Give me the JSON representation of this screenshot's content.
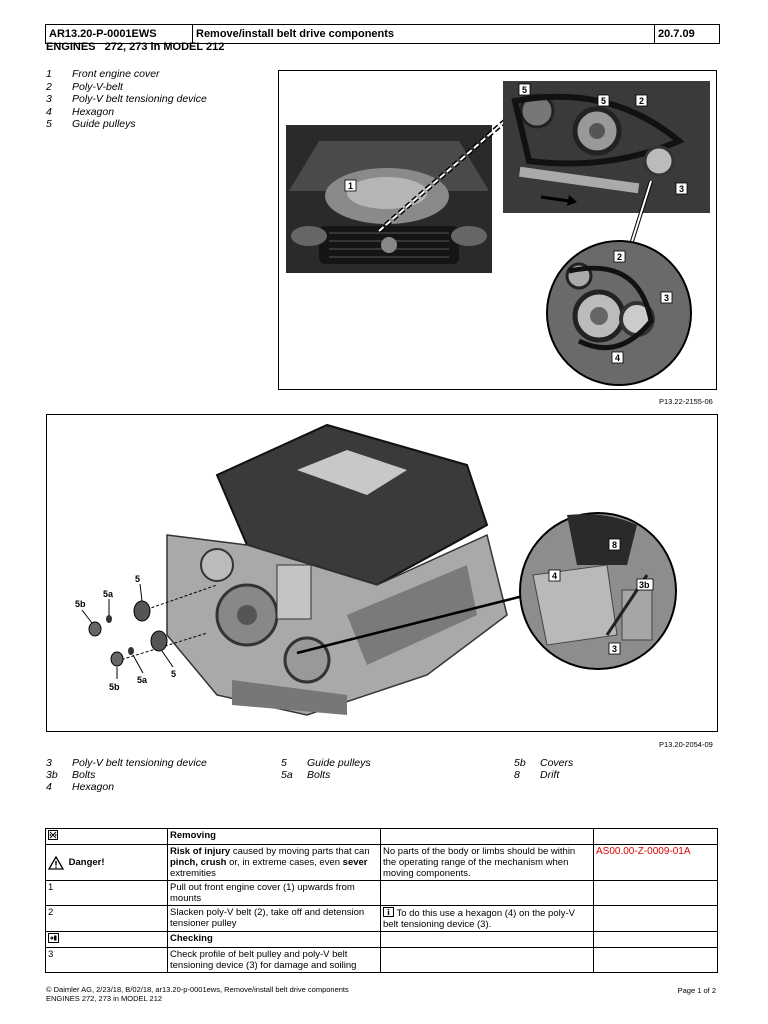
{
  "header": {
    "doc_id": "AR13.20-P-0001EWS",
    "title": "Remove/install belt drive components",
    "date": "20.7.09",
    "subtitle": "ENGINES   272, 273 in MODEL 212"
  },
  "legend_top": [
    {
      "num": "1",
      "label": "Front engine cover"
    },
    {
      "num": "2",
      "label": "Poly-V-belt"
    },
    {
      "num": "3",
      "label": "Poly-V belt tensioning device"
    },
    {
      "num": "4",
      "label": "Hexagon"
    },
    {
      "num": "5",
      "label": "Guide pulleys"
    }
  ],
  "figure1": {
    "code": "P13.22-2155-06",
    "callouts": [
      "1",
      "5",
      "5",
      "2",
      "3",
      "2",
      "3",
      "4"
    ]
  },
  "figure2": {
    "code": "P13.20-2054-09",
    "callouts": [
      "5",
      "5a",
      "5b",
      "5",
      "5a",
      "5b",
      "8",
      "4",
      "3b",
      "3"
    ]
  },
  "legend_bottom": {
    "col1": [
      {
        "num": "3",
        "label": "Poly-V belt tensioning device"
      },
      {
        "num": "3b",
        "label": "Bolts"
      },
      {
        "num": "4",
        "label": "Hexagon"
      }
    ],
    "col2": [
      {
        "num": "5",
        "label": "Guide pulleys"
      },
      {
        "num": "5a",
        "label": "Bolts"
      }
    ],
    "col3": [
      {
        "num": "5b",
        "label": "Covers"
      },
      {
        "num": "8",
        "label": "Drift"
      }
    ]
  },
  "work_table": {
    "removing": "Removing",
    "danger_label": "Danger!",
    "danger_p1": "Risk of injury",
    "danger_p2": " caused by moving parts that can ",
    "danger_p3": "pinch, crush",
    "danger_p4": " or, in extreme cases, even ",
    "danger_p5": "sever",
    "danger_p6": " extremities",
    "danger_measure": "No parts of the body or limbs should be within the operating range of the mechanism when moving components.",
    "danger_ref": "AS00.00-Z-0009-01A",
    "step1_num": "1",
    "step1_text": "Pull out front engine cover (1) upwards from mounts",
    "step2_num": "2",
    "step2_text": "Slacken poly-V belt (2), take off and detension tensioner pulley",
    "step2_note": "To do this use a hexagon (4) on the poly-V belt tensioning device (3).",
    "checking": "Checking",
    "step3_num": "3",
    "step3_text": "Check profile of belt pulley and poly-V belt tensioning device (3) for damage and soiling"
  },
  "footer": {
    "line1": "© Daimler AG, 2/23/18, B/02/18, ar13.20-p-0001ews, Remove/install belt drive components",
    "line2": "ENGINES 272, 273 in MODEL 212",
    "page": "Page 1 of 2"
  }
}
